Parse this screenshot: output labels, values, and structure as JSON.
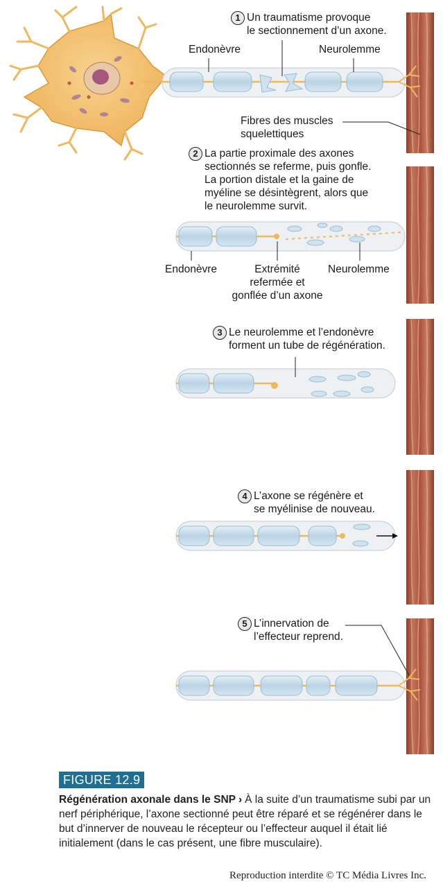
{
  "steps": [
    {
      "num": "1",
      "text": "Un traumatisme provoque\nle sectionnement d’un axone."
    },
    {
      "num": "2",
      "text": "La partie proximale des axones\nsectionnés se referme, puis gonfle.\nLa portion distale et la gaine de\nmyéline se désintègrent, alors que\nle neurolemme survit."
    },
    {
      "num": "3",
      "text": "Le neurolemme et l’endonèvre\nforment un tube de régénération."
    },
    {
      "num": "4",
      "text": "L’axone se régénère et\nse myélinise de nouveau."
    },
    {
      "num": "5",
      "text": "L’innervation de\nl’effecteur reprend."
    }
  ],
  "labels": {
    "endoneurium_1": "Endonèvre",
    "neurolemma_1": "Neurolemme",
    "muscle_fibers": "Fibres des muscles\nsquelettiques",
    "endoneurium_2": "Endonèvre",
    "sealed_end": "Extrémité\nrefermée et\ngonflée d’un axone",
    "neurolemma_2": "Neurolemme"
  },
  "figure": {
    "badge": "FIGURE 12.9",
    "title": "Régénération axonale dans le SNP",
    "arrow": "›",
    "text": "À la suite d’un traumatisme subi par un nerf périphérique, l’axone sectionné peut être réparé et se régénérer dans le but d’innerver de nouveau le récepteur ou l’effecteur auquel il était lié initialement (dans le cas présent, une fibre musculaire)."
  },
  "copyright": "Reproduction interdite © TC Média Livres Inc.",
  "colors": {
    "neuron": "#f3c26c",
    "neuron_edge": "#d99a3a",
    "nucleus": "#a5577c",
    "myelin": "#c6dde9",
    "tube": "#eef1f4",
    "muscle": "#b8644a",
    "badge": "#1f6f94"
  }
}
